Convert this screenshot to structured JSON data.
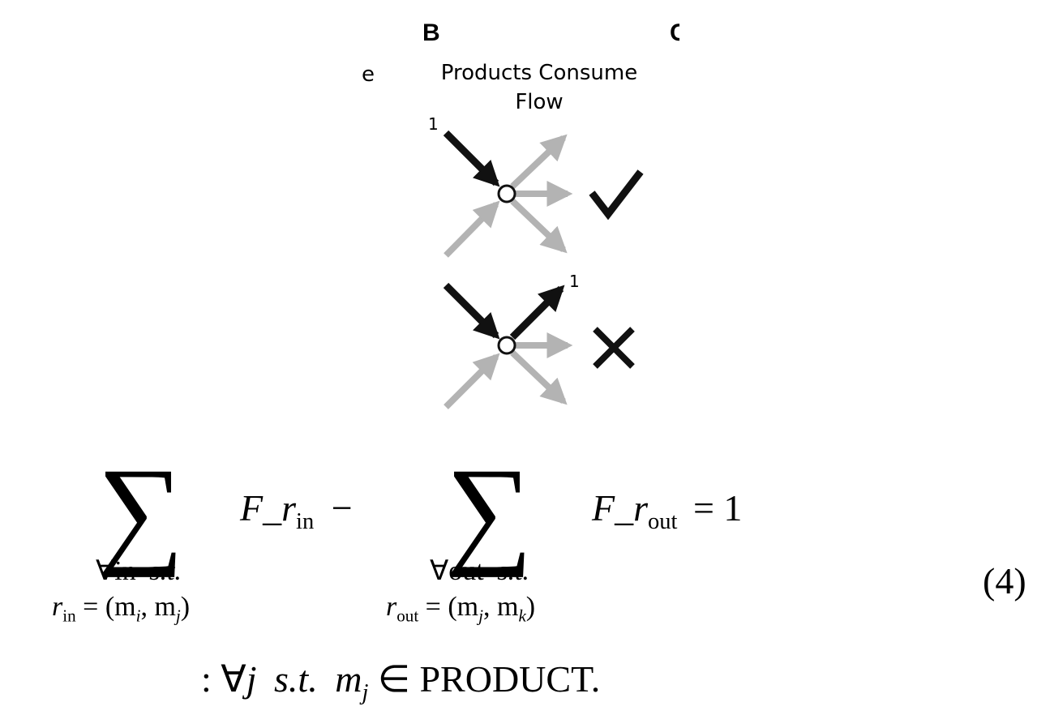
{
  "figure": {
    "panel_b": {
      "letter": "B",
      "title_line1": "Products Consume",
      "title_line2": "Flow",
      "top_diagram": {
        "label": "1",
        "verdict_icon": "check-icon"
      },
      "bottom_diagram": {
        "label": "1",
        "verdict_icon": "cross-icon"
      }
    },
    "left_fragment": "e",
    "right_fragment": "C"
  },
  "equation": {
    "sigma": "∑",
    "term1_var": "F",
    "underscore": "_",
    "term1_r": "r",
    "term1_sub": "in",
    "minus": "−",
    "term2_var": "F",
    "term2_r": "r",
    "term2_sub": "out",
    "equals_one": "= 1",
    "under1_line1_forall": "∀in",
    "under1_line1_st": "s.t.",
    "under1_r": "r",
    "under1_rsub": "in",
    "under1_rest": "= (m",
    "under1_i": "i",
    "under1_comma": ", m",
    "under1_j": "j",
    "under1_close": ")",
    "under2_line1_forall": "∀out",
    "under2_line1_st": "s.t.",
    "under2_r": "r",
    "under2_rsub": "out",
    "under2_rest": "= (m",
    "under2_j": "j",
    "under2_comma": ", m",
    "under2_k": "k",
    "under2_close": ")",
    "number": "(4)",
    "line2_prefix": ": ∀",
    "line2_j": "j",
    "line2_st": "s.t.",
    "line2_m": "m",
    "line2_msub": "j",
    "line2_in": "∈ PRODUCT."
  }
}
